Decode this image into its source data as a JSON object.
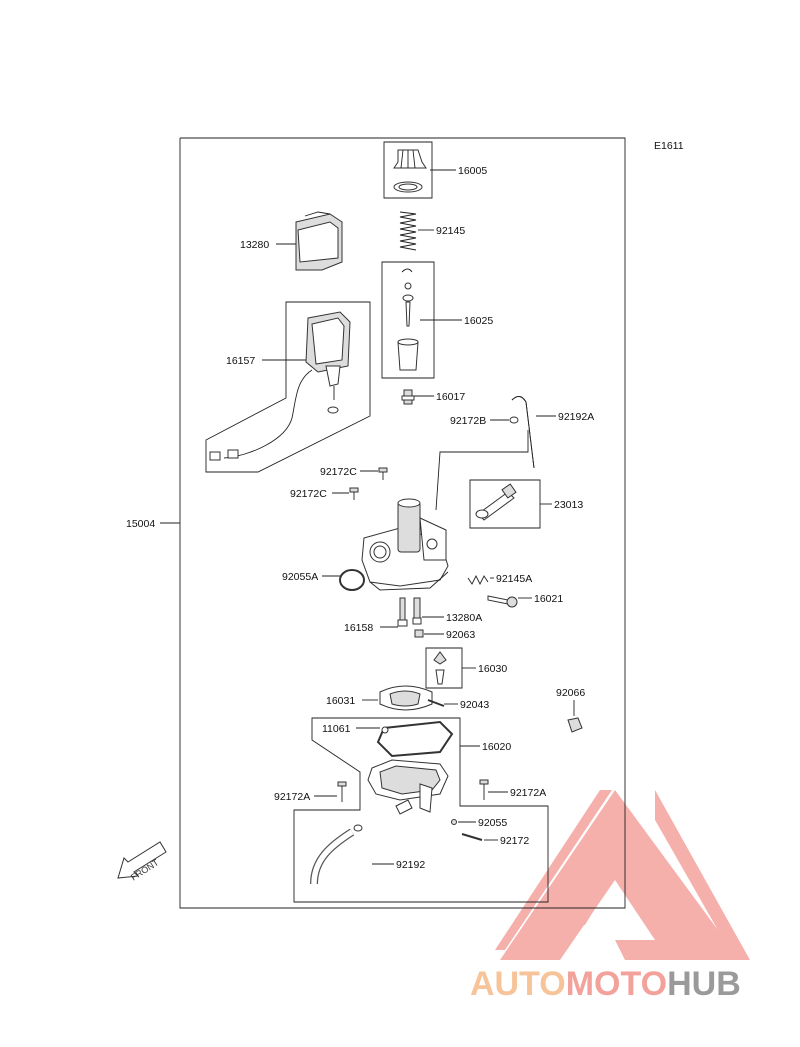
{
  "diagram": {
    "code": "E1611",
    "assembly_part": "15004",
    "front_label": "FRONT",
    "parts": [
      {
        "id": "p16005",
        "number": "16005"
      },
      {
        "id": "p92145",
        "number": "92145"
      },
      {
        "id": "p13280",
        "number": "13280"
      },
      {
        "id": "p16025",
        "number": "16025"
      },
      {
        "id": "p16157",
        "number": "16157"
      },
      {
        "id": "p16017",
        "number": "16017"
      },
      {
        "id": "p92172B",
        "number": "92172B"
      },
      {
        "id": "p92192A",
        "number": "92192A"
      },
      {
        "id": "p92172C_1",
        "number": "92172C"
      },
      {
        "id": "p92172C_2",
        "number": "92172C"
      },
      {
        "id": "p23013",
        "number": "23013"
      },
      {
        "id": "p92055A",
        "number": "92055A"
      },
      {
        "id": "p92145A",
        "number": "92145A"
      },
      {
        "id": "p16021",
        "number": "16021"
      },
      {
        "id": "p13280A",
        "number": "13280A"
      },
      {
        "id": "p16158",
        "number": "16158"
      },
      {
        "id": "p92063",
        "number": "92063"
      },
      {
        "id": "p16030",
        "number": "16030"
      },
      {
        "id": "p16031",
        "number": "16031"
      },
      {
        "id": "p92043",
        "number": "92043"
      },
      {
        "id": "p92066",
        "number": "92066"
      },
      {
        "id": "p11061",
        "number": "11061"
      },
      {
        "id": "p16020",
        "number": "16020"
      },
      {
        "id": "p92172A_1",
        "number": "92172A"
      },
      {
        "id": "p92172A_2",
        "number": "92172A"
      },
      {
        "id": "p92055",
        "number": "92055"
      },
      {
        "id": "p92172",
        "number": "92172"
      },
      {
        "id": "p92192",
        "number": "92192"
      }
    ]
  },
  "watermark": {
    "auto": "AUTO",
    "moto": "MOTO",
    "hub": "HUB",
    "colors": {
      "auto": "#f7c49a",
      "moto": "#f3a19b",
      "hub": "#9a9a9a",
      "triangle": "#f08c86"
    }
  }
}
